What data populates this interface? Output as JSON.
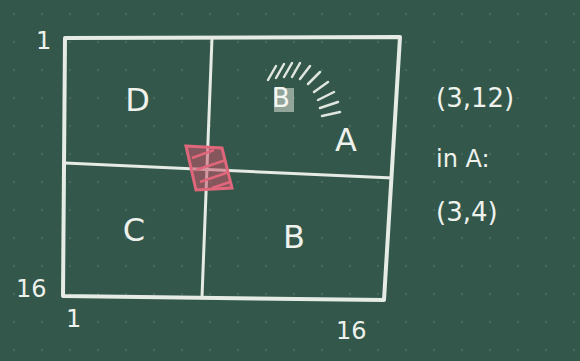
{
  "diagram": {
    "nodes": [
      {
        "text": [
          "D"
        ]
      },
      {
        "text": [
          "A"
        ]
      },
      {
        "text": [
          "C"
        ]
      },
      {
        "text": [
          "B"
        ]
      }
    ],
    "labels": [
      "1",
      "16",
      "1",
      "16",
      "B",
      "(3,12)",
      "in A:",
      "(3,4)"
    ]
  }
}
